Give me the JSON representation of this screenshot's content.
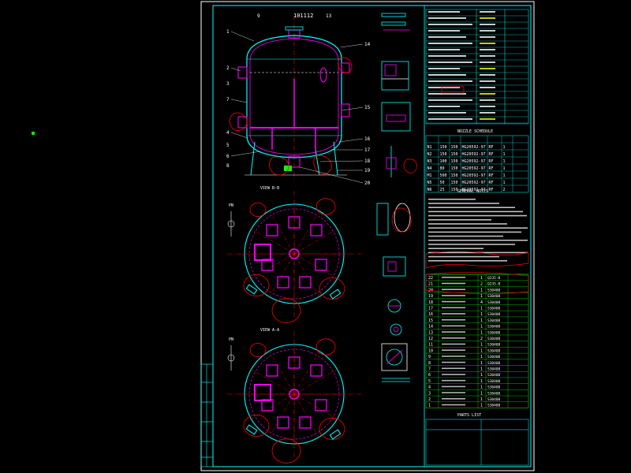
{
  "colors": {
    "background": "#000000",
    "frame": "#ffffff",
    "border": "#00ffff",
    "vessel": "#00ffff",
    "internals": "#ff00ff",
    "revision_cloud": "#ff0000",
    "table_text": "#ffffff",
    "highlight": "#ffff00",
    "marker": "#00ff00",
    "centerline": "#ff0000"
  },
  "drawing": {
    "top_label": "101112",
    "balloons": {
      "b1": "1",
      "b2": "2",
      "b3": "3",
      "b4": "4",
      "b5": "5",
      "b6": "6",
      "b7": "7",
      "b8": "8",
      "b9": "9",
      "b13": "13",
      "b14": "14",
      "b15": "15",
      "b16": "16",
      "b17": "17",
      "b18": "18",
      "b19": "19",
      "b20": "20"
    },
    "plan_top_title": "VIEW B-B",
    "plan_bottom_title": "VIEW A-A",
    "north_top": "PN",
    "north_bottom": "PN",
    "general_notes_title": "GENERAL NOTES",
    "nozzle_table_title": "NOZZLE SCHEDULE",
    "parts_list_title": "PARTS LIST"
  },
  "nozzle_rows": [
    {
      "mark": "N1",
      "size": "150",
      "rating": "150",
      "std": "HG20592-97",
      "face": "RF",
      "qty": "1"
    },
    {
      "mark": "N2",
      "size": "150",
      "rating": "150",
      "std": "HG20592-97",
      "face": "RF",
      "qty": "1"
    },
    {
      "mark": "N3",
      "size": "100",
      "rating": "150",
      "std": "HG20592-97",
      "face": "RF",
      "qty": "1"
    },
    {
      "mark": "N4",
      "size": "80",
      "rating": "150",
      "std": "HG20592-97",
      "face": "RF",
      "qty": "1"
    },
    {
      "mark": "M1",
      "size": "500",
      "rating": "150",
      "std": "HG20592-97",
      "face": "RF",
      "qty": "1"
    },
    {
      "mark": "N5",
      "size": "50",
      "rating": "150",
      "std": "HG20592-97",
      "face": "RF",
      "qty": "1"
    },
    {
      "mark": "N6",
      "size": "25",
      "rating": "150",
      "std": "HG20592-97",
      "face": "RF",
      "qty": "2"
    }
  ],
  "parts_rows": [
    {
      "no": "22",
      "desc": "",
      "qty": "1",
      "mat": "Q235-B"
    },
    {
      "no": "21",
      "desc": "",
      "qty": "2",
      "mat": "Q235-B"
    },
    {
      "no": "20",
      "desc": "",
      "qty": "1",
      "mat": "S30408"
    },
    {
      "no": "19",
      "desc": "",
      "qty": "1",
      "mat": "S30408"
    },
    {
      "no": "18",
      "desc": "",
      "qty": "4",
      "mat": "S30408"
    },
    {
      "no": "17",
      "desc": "",
      "qty": "1",
      "mat": "S30408"
    },
    {
      "no": "16",
      "desc": "",
      "qty": "1",
      "mat": "S30408"
    },
    {
      "no": "15",
      "desc": "",
      "qty": "1",
      "mat": "S30408"
    },
    {
      "no": "14",
      "desc": "",
      "qty": "1",
      "mat": "S30408"
    },
    {
      "no": "13",
      "desc": "",
      "qty": "1",
      "mat": "S30408"
    },
    {
      "no": "12",
      "desc": "",
      "qty": "2",
      "mat": "S30408"
    },
    {
      "no": "11",
      "desc": "",
      "qty": "1",
      "mat": "S30408"
    },
    {
      "no": "10",
      "desc": "",
      "qty": "1",
      "mat": "S30408"
    },
    {
      "no": "9",
      "desc": "",
      "qty": "1",
      "mat": "S30408"
    },
    {
      "no": "8",
      "desc": "",
      "qty": "1",
      "mat": "S30408"
    },
    {
      "no": "7",
      "desc": "",
      "qty": "1",
      "mat": "S30408"
    },
    {
      "no": "6",
      "desc": "",
      "qty": "1",
      "mat": "S30408"
    },
    {
      "no": "5",
      "desc": "",
      "qty": "1",
      "mat": "S30408"
    },
    {
      "no": "4",
      "desc": "",
      "qty": "1",
      "mat": "S30408"
    },
    {
      "no": "3",
      "desc": "",
      "qty": "1",
      "mat": "S30408"
    },
    {
      "no": "2",
      "desc": "",
      "qty": "1",
      "mat": "S30408"
    },
    {
      "no": "1",
      "desc": "",
      "qty": "1",
      "mat": "S30408"
    }
  ]
}
